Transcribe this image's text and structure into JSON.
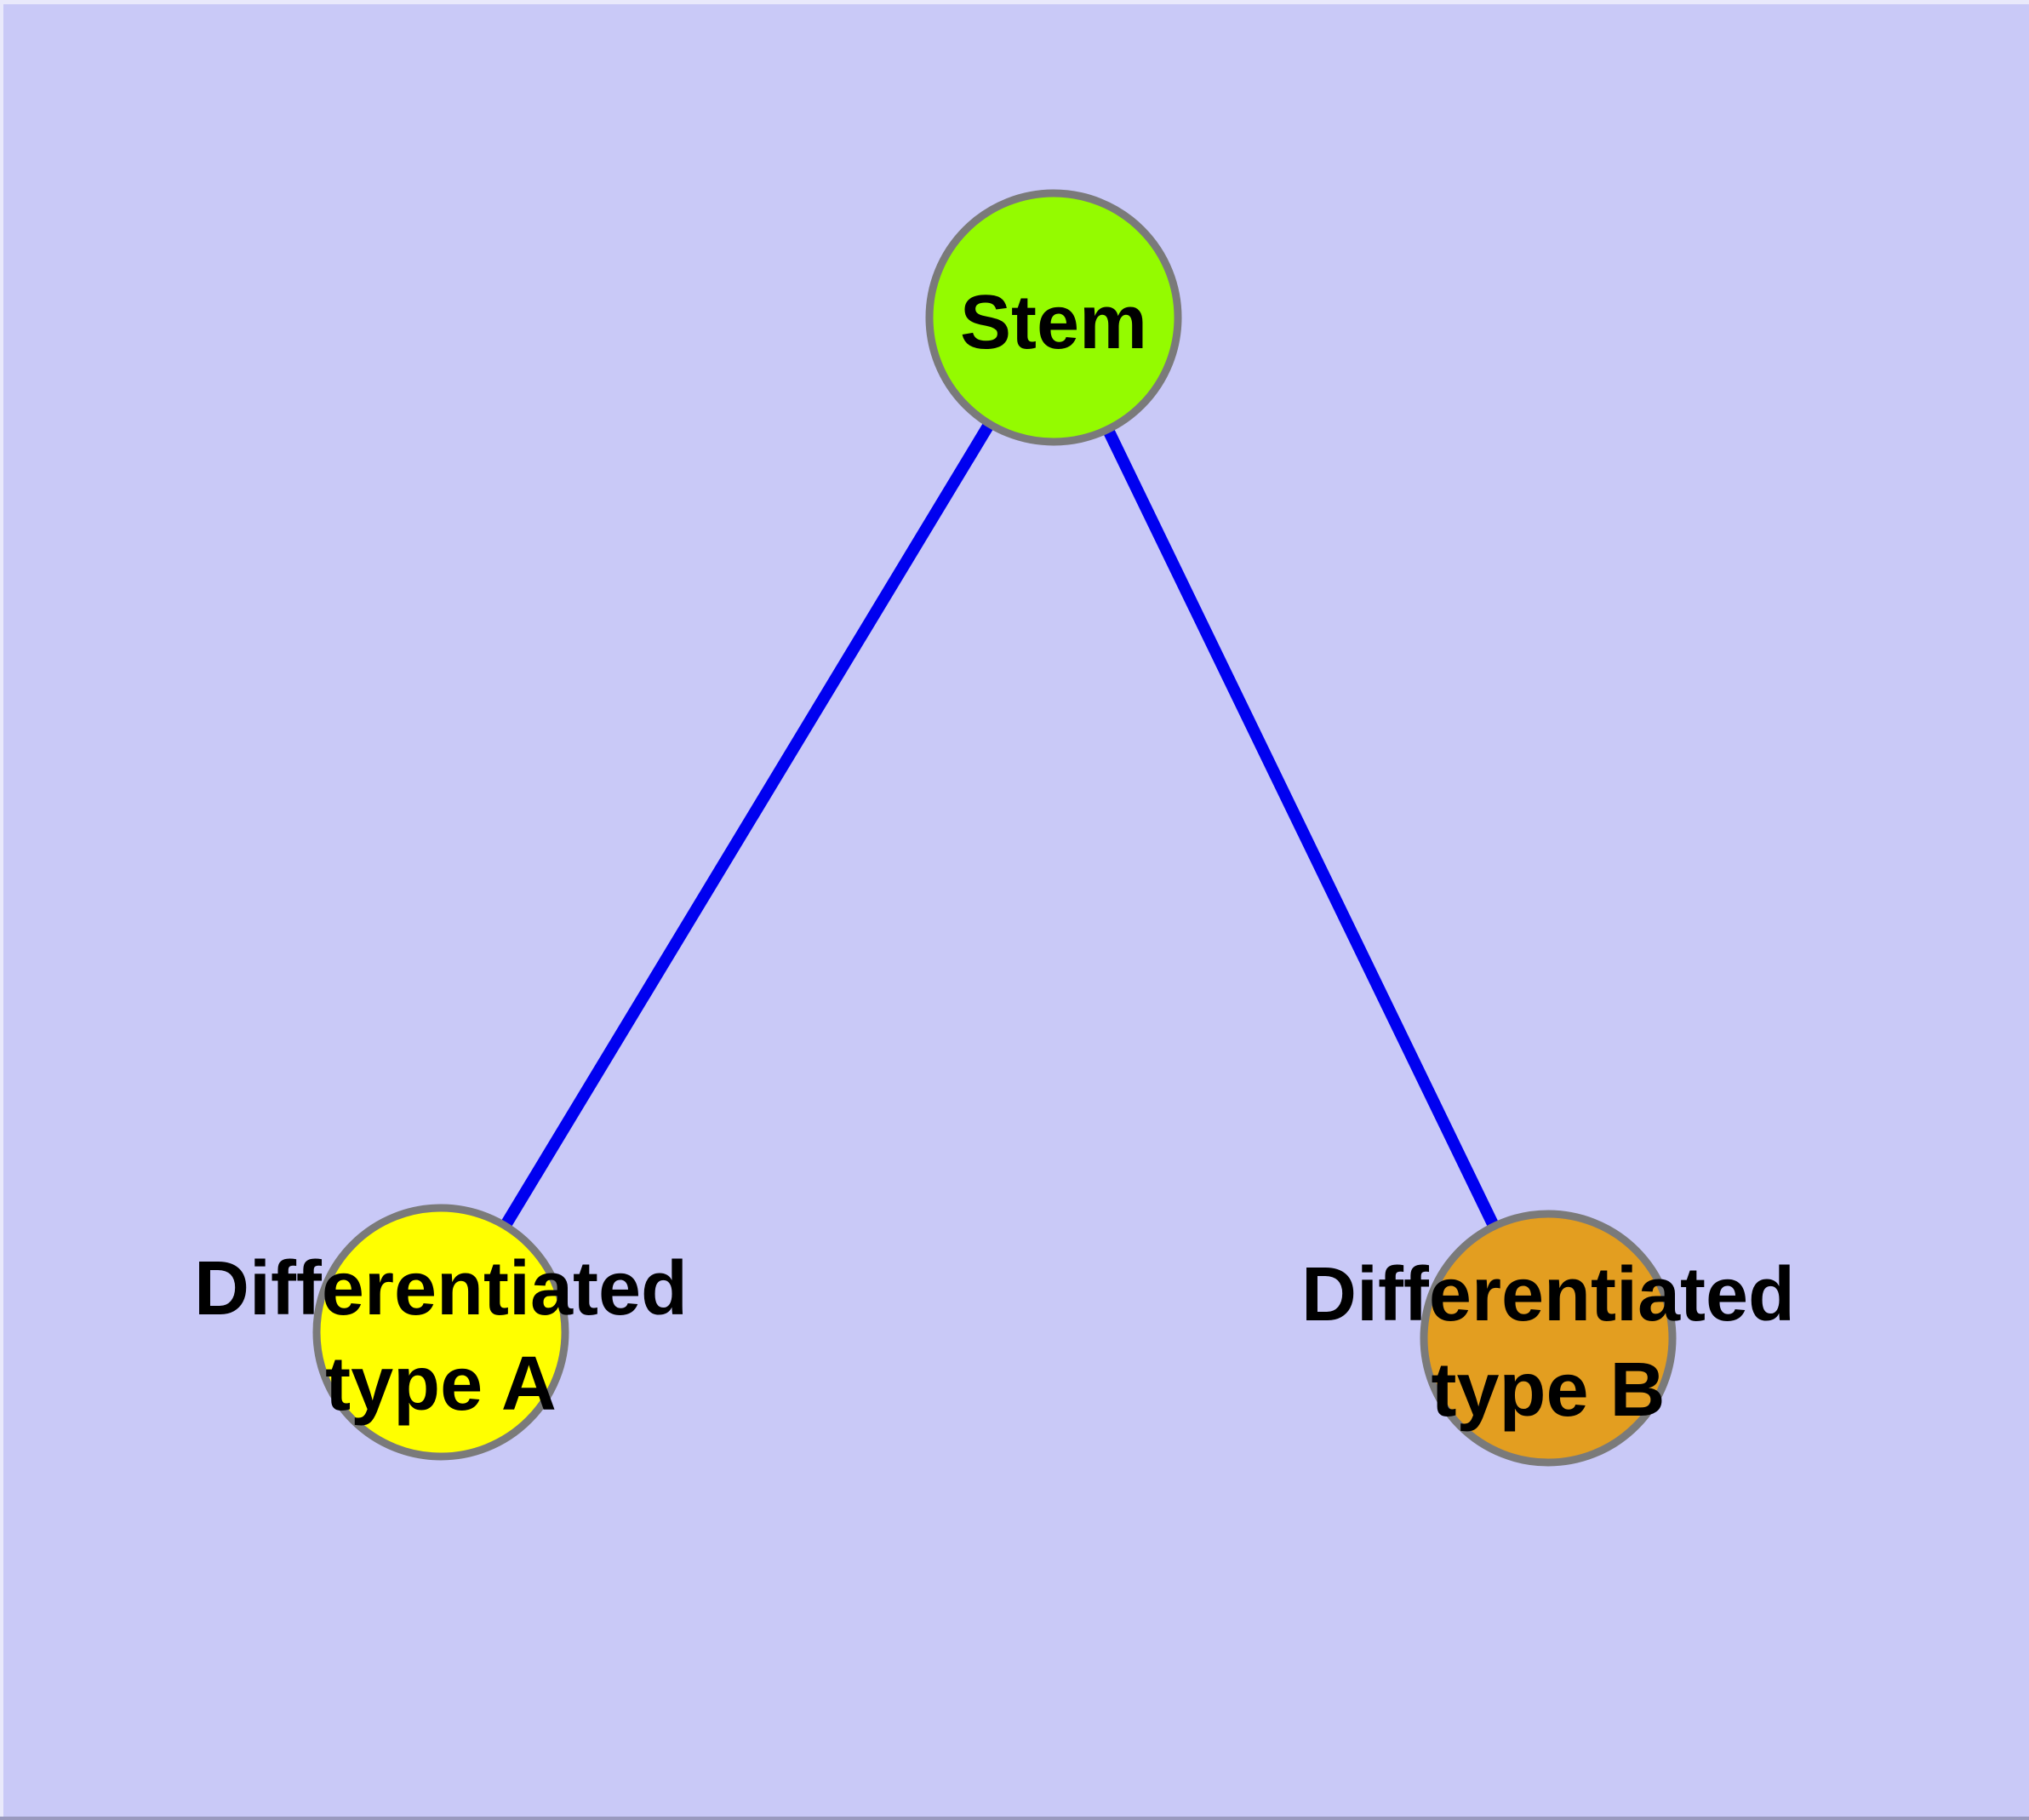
{
  "diagram": {
    "background_color": "#C9C9F7",
    "edge_color": "#0000F0",
    "node_border_color": "#7A7A7A",
    "text_color": "#000000",
    "bevel": {
      "top_highlight": "#E9E9FB",
      "left_highlight": "#E9E9FB",
      "bottom_shadow": "#9A9ABF"
    },
    "nodes": [
      {
        "id": "stem",
        "label": "Stem",
        "fill": "#94FB00"
      },
      {
        "id": "differentiated-type-a",
        "label": "Differentiated type A",
        "label_lines": [
          "Differentiated",
          "type A"
        ],
        "fill": "#FFFF00"
      },
      {
        "id": "differentiated-type-b",
        "label": "Differentiated type B",
        "label_lines": [
          "Differentiated",
          "type B"
        ],
        "fill": "#E39E20"
      }
    ],
    "edges": [
      {
        "from": "Stem",
        "to": "Differentiated type A"
      },
      {
        "from": "Stem",
        "to": "Differentiated type B"
      }
    ]
  }
}
